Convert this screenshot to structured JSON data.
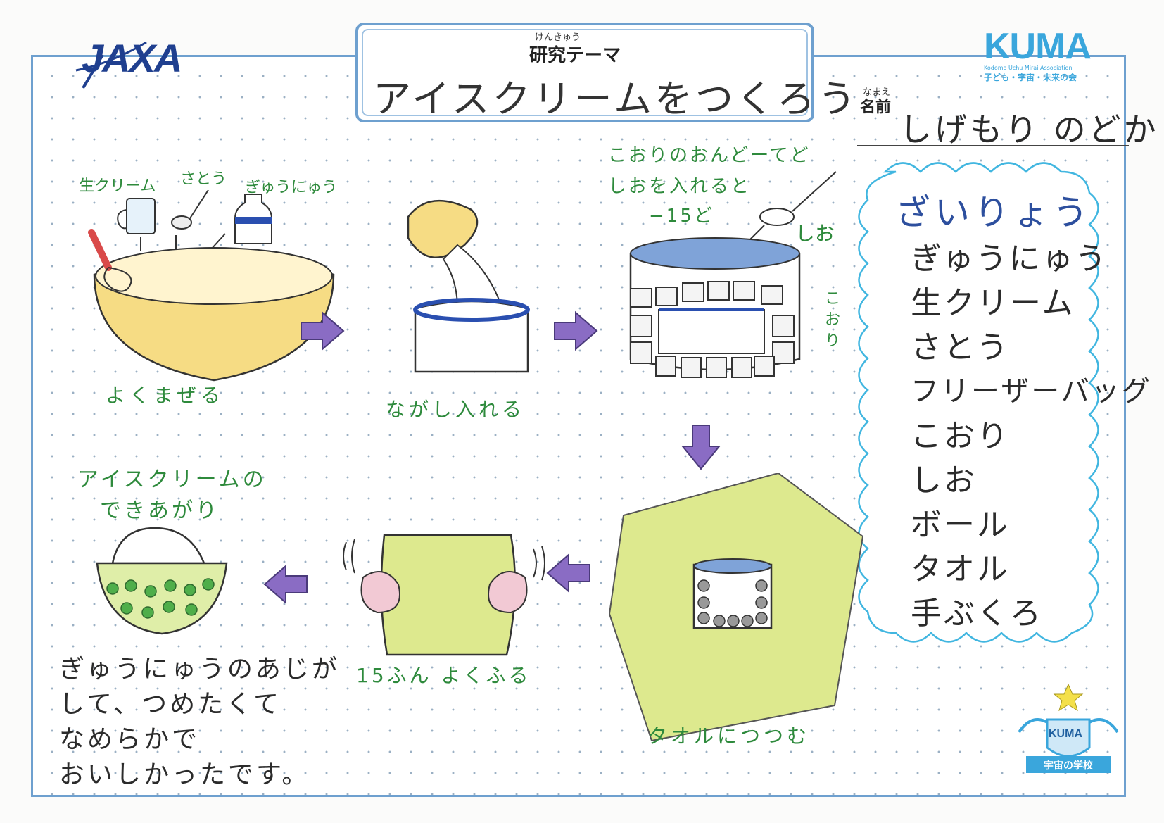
{
  "header": {
    "logo_left": "JAXA",
    "theme_ruby": "けんきゅう",
    "theme_label": "研究テーマ",
    "theme_title": "アイスクリームをつくろう",
    "logo_right": "KUMA",
    "logo_right_en": "Kodomo Uchu Mirai Association",
    "logo_right_jp": "子ども・宇宙・未来の会"
  },
  "name": {
    "ruby": "なまえ",
    "label": "名前",
    "value": "しげもり のどか"
  },
  "ingredients": {
    "title": "ざいりょう",
    "items": [
      "ぎゅうにゅう",
      "生クリーム",
      "さとう",
      "フリーザーバッグ",
      "こおり",
      "しお",
      "ボール",
      "タオル",
      "手ぶくろ"
    ]
  },
  "steps": {
    "s1_cream": "生クリーム",
    "s1_sugar": "さとう",
    "s1_milk": "ぎゅうにゅう",
    "s1_caption": "よくまぜる",
    "s2_caption": "ながし入れる",
    "s3_note_l1": "こおりのおんどーてど",
    "s3_note_l2": "しおを入れると",
    "s3_note_l3": "−15ど",
    "s3_salt": "しお",
    "s3_ice": "こおり",
    "s4_caption": "タオルにつつむ",
    "s5_caption": "15ふん よくふる",
    "s6_title_l1": "アイスクリームの",
    "s6_title_l2": "できあがり"
  },
  "impression": [
    "ぎゅうにゅうのあじが",
    "して、つめたくて",
    "なめらかで",
    "おいしかったです。"
  ],
  "badge": {
    "logo": "KUMA",
    "ribbon": "宇宙の学校"
  },
  "colors": {
    "frame": "#6ea0cf",
    "pencil_green": "#2e8a3c",
    "arrow_purple": "#7a5bb5",
    "cloud_cyan": "#41b6e0",
    "bowl_yellow": "#f3d36b",
    "towel_green": "#cfe07a"
  }
}
